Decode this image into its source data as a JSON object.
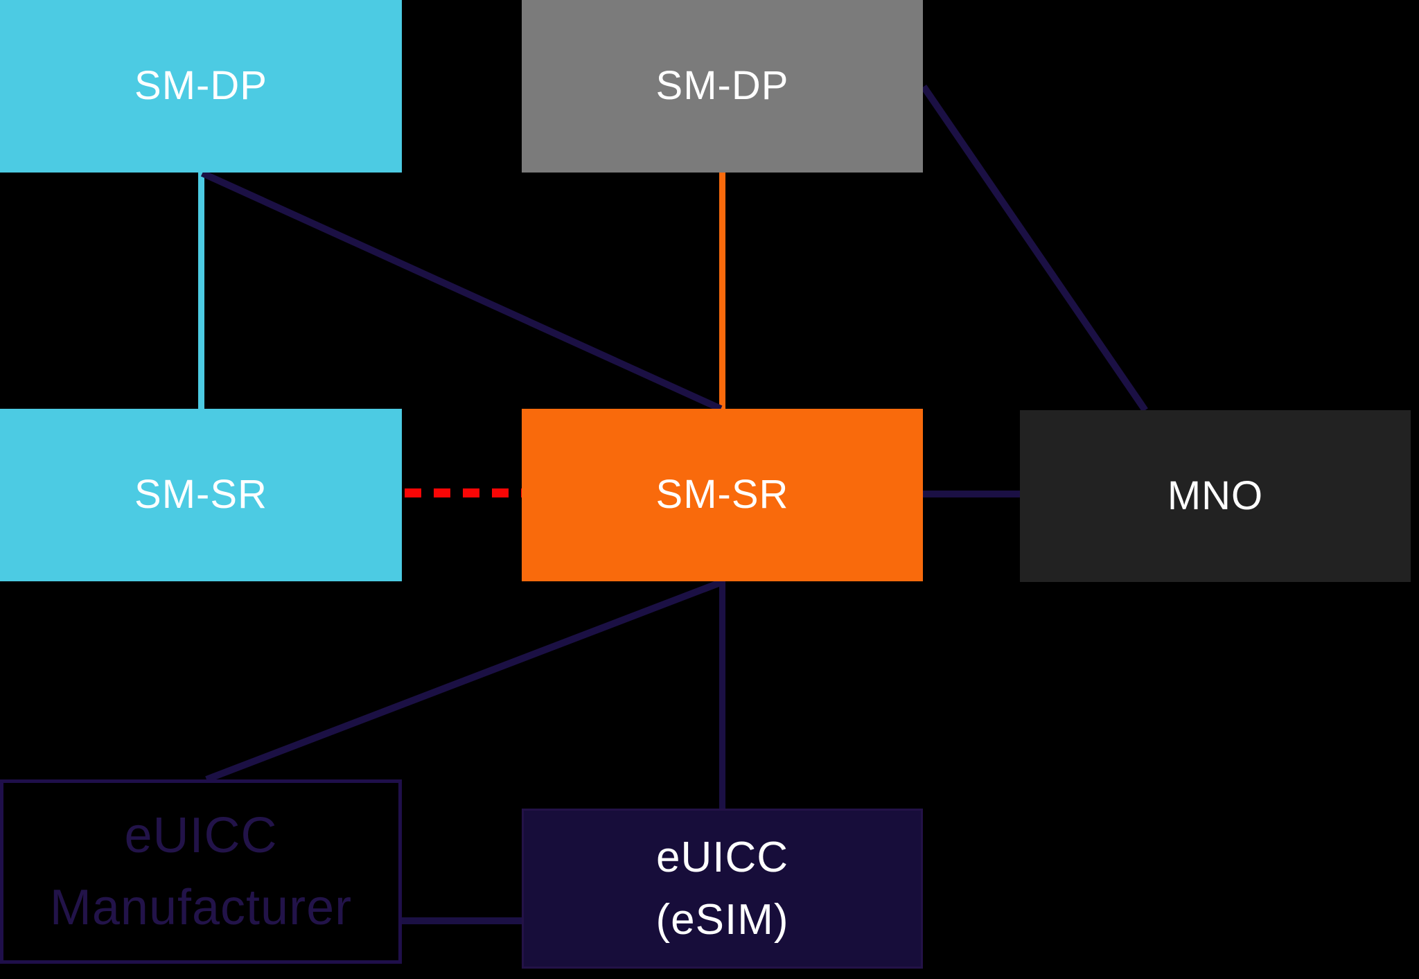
{
  "diagram": {
    "background_color": "#000000",
    "nodes": {
      "smdp_cyan": {
        "label": "SM-DP",
        "fill": "#4CCBE3",
        "text_color": "#FFFFFF"
      },
      "smdp_gray": {
        "label": "SM-DP",
        "fill": "#7B7B7B",
        "text_color": "#FFFFFF"
      },
      "smsr_cyan": {
        "label": "SM-SR",
        "fill": "#4CCBE3",
        "text_color": "#FFFFFF"
      },
      "smsr_orange": {
        "label": "SM-SR",
        "fill": "#F96A0C",
        "text_color": "#FFFFFF"
      },
      "mno": {
        "label": "MNO",
        "fill": "#222222",
        "text_color": "#FFFFFF"
      },
      "euicc_manufacturer": {
        "label_line1": "eUICC",
        "label_line2": "Manufacturer",
        "fill": "#000000",
        "border_color": "#1F0F4A",
        "text_color": "#221349"
      },
      "euicc_esim": {
        "label_line1": "eUICC",
        "label_line2": "(eSIM)",
        "fill": "#170D3A",
        "border_color": "#231247",
        "text_color": "#FFFFFF"
      }
    },
    "connectors": {
      "smdp_cyan_to_smsr_cyan": {
        "color": "#4CCBE3",
        "style": "solid"
      },
      "smdp_gray_to_smsr_orange": {
        "color": "#F96A0C",
        "style": "solid"
      },
      "smdp_cyan_to_smsr_orange": {
        "color": "#1B1044",
        "style": "solid"
      },
      "smdp_gray_to_mno": {
        "color": "#1B1044",
        "style": "solid"
      },
      "smsr_cyan_to_smsr_orange": {
        "color": "#F90606",
        "style": "dashed"
      },
      "smsr_orange_to_mno": {
        "color": "#1B1044",
        "style": "solid"
      },
      "smsr_orange_to_euicc_esim": {
        "color": "#1B1044",
        "style": "solid"
      },
      "smsr_orange_to_euicc_manufacturer": {
        "color": "#1B1044",
        "style": "solid"
      },
      "euicc_manufacturer_to_euicc_esim": {
        "color": "#1B1044",
        "style": "solid"
      }
    }
  }
}
